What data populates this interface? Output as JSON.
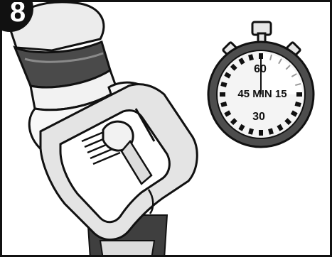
{
  "step": {
    "number": "8"
  },
  "timer": {
    "top_label": "60",
    "left_label": "45",
    "unit_label": "MIN",
    "right_label": "15",
    "bottom_label": "30",
    "minutes": 60
  },
  "colors": {
    "ink": "#111111",
    "metal_light": "#e6e6e6",
    "metal_dark": "#5a5a5a",
    "dial_face": "#f4f4f4",
    "background": "#ffffff"
  },
  "icons": {
    "timer": "stopwatch-icon",
    "hand": "gloved-hand",
    "tool": "adjustable-wrench-clamp"
  }
}
